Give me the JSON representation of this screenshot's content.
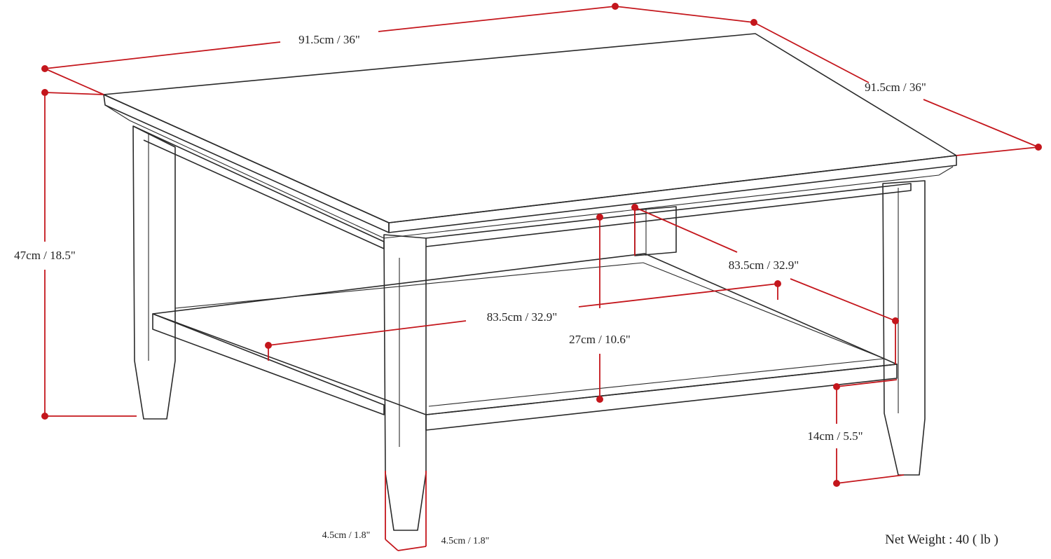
{
  "labels": {
    "top_width": "91.5cm / 36\"",
    "top_depth": "91.5cm / 36\"",
    "total_height": "47cm / 18.5\"",
    "shelf_depth_inner": "83.5cm / 32.9\"",
    "shelf_width_inner": "83.5cm / 32.9\"",
    "shelf_clearance": "27cm / 10.6\"",
    "shelf_height": "14cm / 5.5\"",
    "leg_width_left": "4.5cm / 1.8\"",
    "leg_width_right": "4.5cm / 1.8\"",
    "net_weight": "Net Weight : 40 ( lb )"
  },
  "colors": {
    "dimension": "#c4161c",
    "outline": "#2a2a2a",
    "background": "#ffffff"
  }
}
